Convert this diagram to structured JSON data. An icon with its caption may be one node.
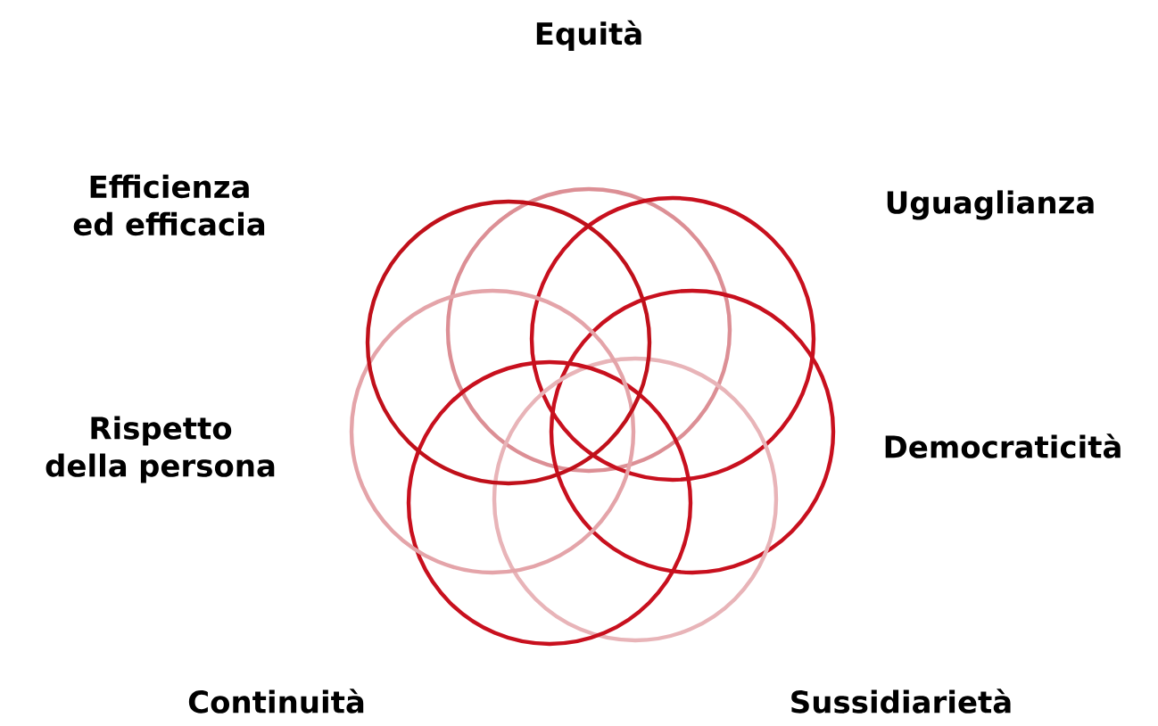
{
  "diagram": {
    "labels": [
      "Equità",
      "Efficienza ed efficacia",
      "Uguaglianza",
      "Rispetto della persona",
      "Democraticità",
      "Continuità",
      "Sussidiarietà"
    ]
  }
}
